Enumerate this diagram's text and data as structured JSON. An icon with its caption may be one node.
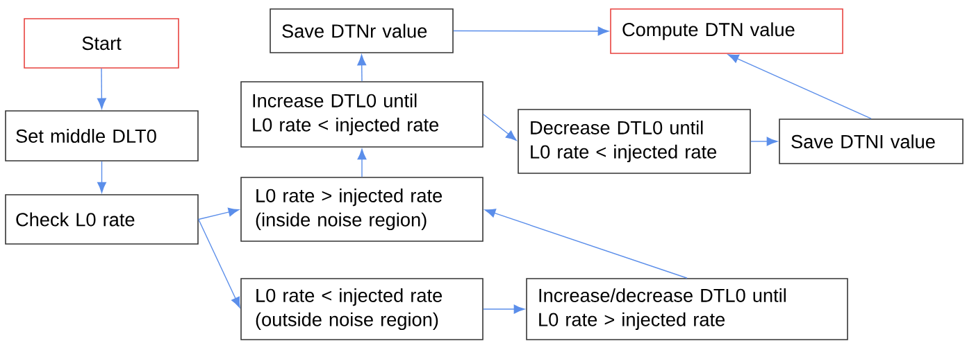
{
  "diagram": {
    "nodes": [
      {
        "text": [
          "Start"
        ]
      },
      {
        "text": [
          "Set middle DLT0"
        ]
      },
      {
        "text": [
          "Check L0 rate"
        ]
      },
      {
        "text": [
          "L0 rate > injected rate (inside noise region)"
        ]
      },
      {
        "text": [
          "L0 rate < injected rate (outside noise region)"
        ]
      },
      {
        "text": [
          "Increase DTL0 until L0 rate < injected rate"
        ]
      },
      {
        "text": [
          "Save DTNr value"
        ]
      },
      {
        "text": [
          "Compute DTN value"
        ]
      },
      {
        "text": [
          "Decrease DTL0 until L0 rate < injected rate"
        ]
      },
      {
        "text": [
          "Save DTNI value"
        ]
      },
      {
        "text": [
          "Increase/decrease DTL0 until L0 rate > injected rate"
        ]
      }
    ],
    "edges": [
      {
        "from": 0,
        "to": 1,
        "arrow": "to"
      },
      {
        "from": 1,
        "to": 2,
        "arrow": "to"
      },
      {
        "from": 2,
        "to": 3,
        "arrow": "to"
      },
      {
        "from": 2,
        "to": 4,
        "arrow": "to"
      },
      {
        "from": 3,
        "to": 5,
        "arrow": "to"
      },
      {
        "from": 5,
        "to": 6,
        "arrow": "to"
      },
      {
        "from": 6,
        "to": 7,
        "arrow": "to"
      },
      {
        "from": 5,
        "to": 8,
        "arrow": "to"
      },
      {
        "from": 8,
        "to": 9,
        "arrow": "to"
      },
      {
        "from": 9,
        "to": 7,
        "arrow": "to"
      },
      {
        "from": 4,
        "to": 10,
        "arrow": "to"
      },
      {
        "from": 10,
        "to": 3,
        "arrow": "to"
      }
    ]
  }
}
